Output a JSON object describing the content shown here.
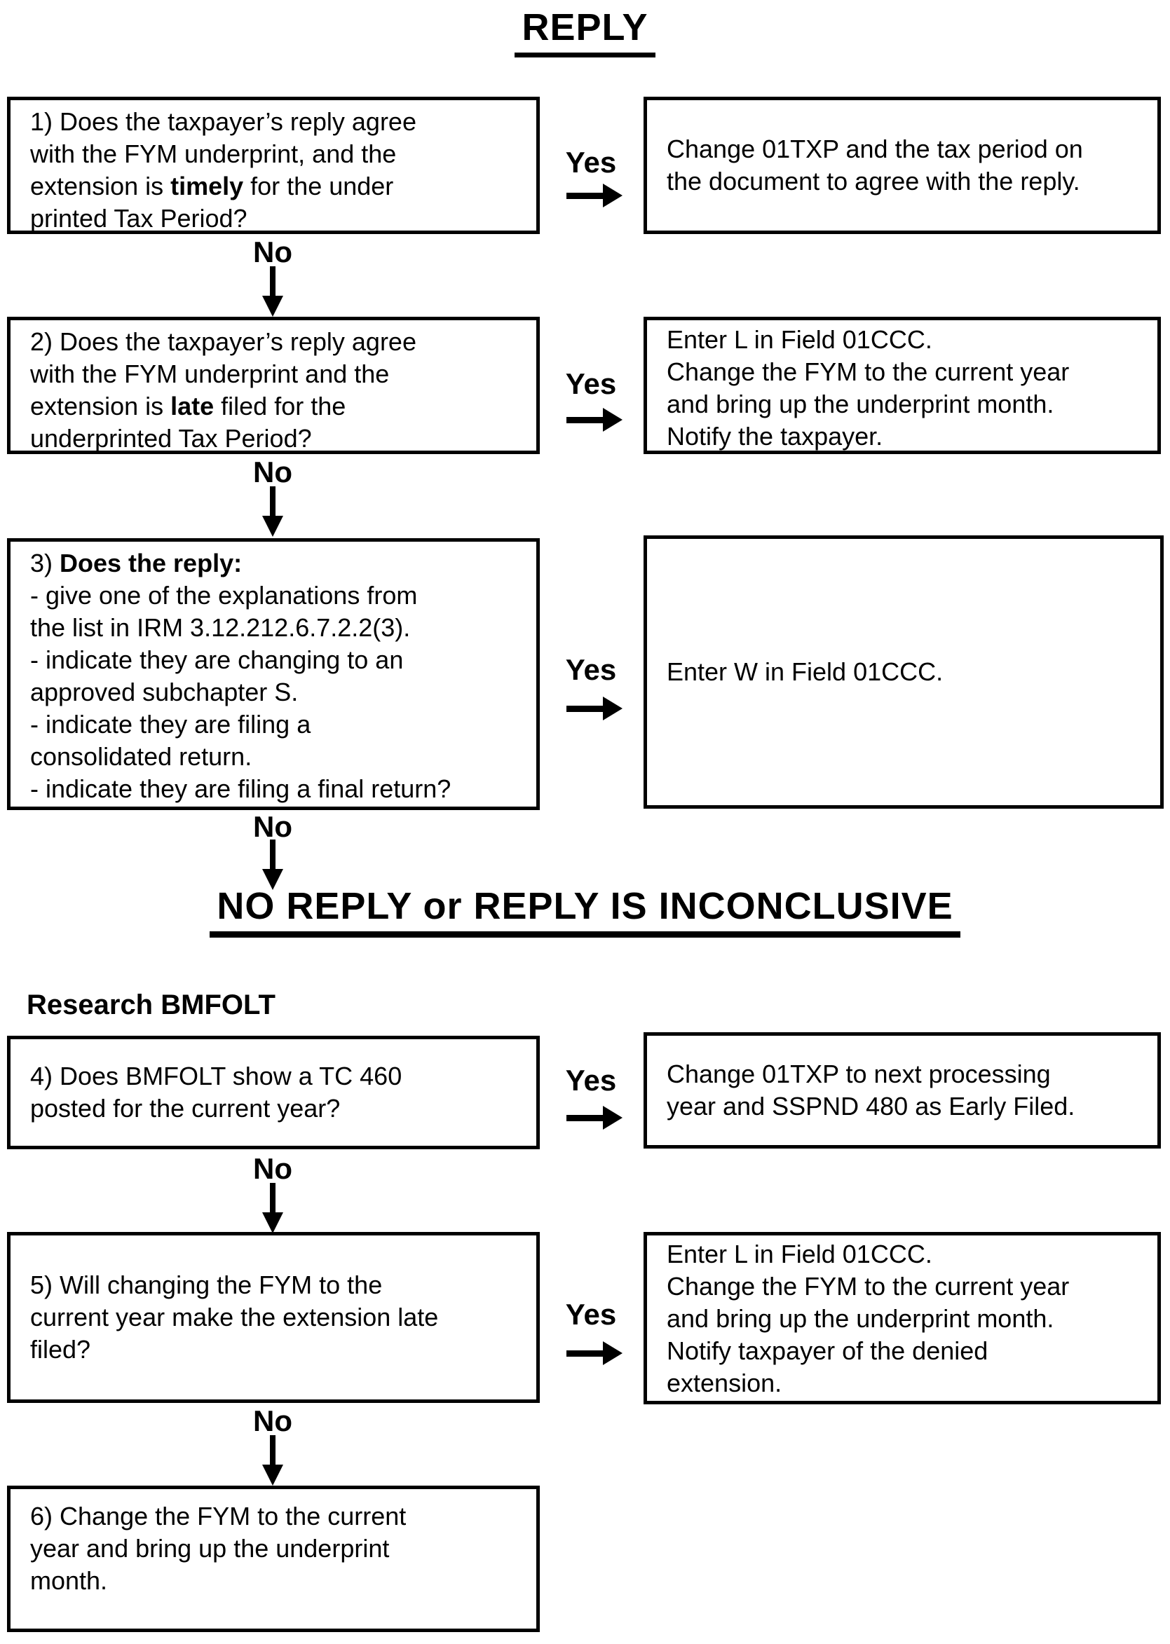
{
  "headings": {
    "reply": "REPLY",
    "no_reply": "NO REPLY or REPLY IS INCONCLUSIVE",
    "research": "Research BMFOLT"
  },
  "labels": {
    "yes": "Yes",
    "no": "No"
  },
  "boxes": {
    "q1": {
      "l1": "1) Does the taxpayer’s reply agree",
      "l2": "with the FYM underprint, and the",
      "l3_pre": "extension is ",
      "l3_bold": "timely",
      "l3_post": " for the under",
      "l4": "printed Tax Period?"
    },
    "a1": {
      "l1": "Change 01TXP and the tax period on",
      "l2": "the document to agree with the reply."
    },
    "q2": {
      "l1": "2) Does the taxpayer’s reply agree",
      "l2": "with the FYM underprint and the",
      "l3_pre": "extension is ",
      "l3_bold": "late",
      "l3_post": " filed for the",
      "l4": "underprinted Tax Period?"
    },
    "a2": {
      "l1": "Enter L in Field 01CCC.",
      "l2": "Change the FYM to the current year",
      "l3": "and bring up the underprint month.",
      "l4": "Notify the taxpayer."
    },
    "q3": {
      "l1_pre": "3) ",
      "l1_bold": "Does the reply:",
      "l2": "- give one of the explanations from",
      "l3": "the list in IRM 3.12.212.6.7.2.2(3).",
      "l4": "- indicate they are changing to an",
      "l5": "approved subchapter S.",
      "l6": "- indicate they are filing a",
      "l7": "consolidated return.",
      "l8": "- indicate they are filing a final return?"
    },
    "a3": {
      "l1": "Enter W in Field 01CCC."
    },
    "q4": {
      "l1": "4) Does BMFOLT show a TC 460",
      "l2": "posted for the current year?"
    },
    "a4": {
      "l1": "Change 01TXP to next processing",
      "l2": "year and SSPND 480 as Early Filed."
    },
    "q5": {
      "l1": "5) Will changing the FYM to the",
      "l2": "current year make the extension late",
      "l3": "filed?"
    },
    "a5": {
      "l1": "Enter L in Field 01CCC.",
      "l2": "Change the FYM to the current year",
      "l3": "and bring up the underprint month.",
      "l4": "Notify taxpayer of the denied",
      "l5": "extension."
    },
    "q6": {
      "l1": "6) Change the FYM to the current",
      "l2": "year and bring up the underprint",
      "l3": "month."
    }
  }
}
